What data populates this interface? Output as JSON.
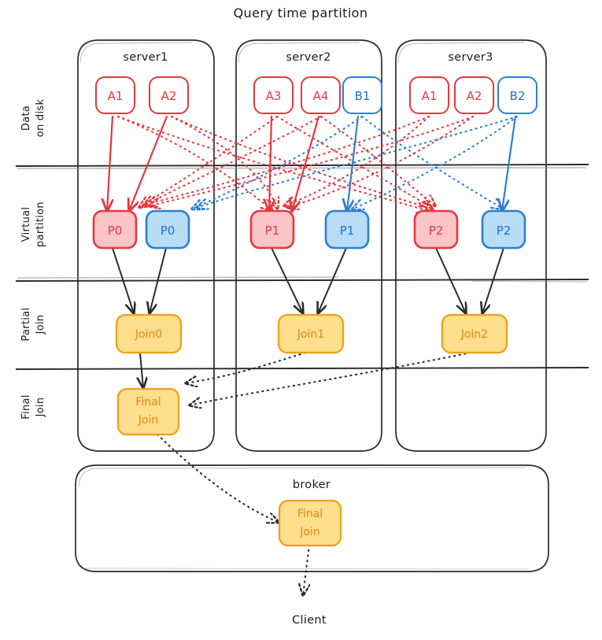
{
  "diagram": {
    "title": "Query time partition",
    "client_label": "Client",
    "colors": {
      "red_stroke": "#e8363d",
      "red_fill": "#fbc4c6",
      "blue_stroke": "#2b7fd4",
      "blue_fill": "#b9dcf7",
      "amber_stroke": "#f0a019",
      "amber_fill": "#fddf8d",
      "amber_text": "#e8860c",
      "container_stroke": "#2b2b2b",
      "divider": "#2b2b2b",
      "dotted_red": "#e8363d",
      "dotted_blue": "#2b7fd4",
      "dotted_black": "#2b2b2b"
    }
  },
  "row_labels": [
    {
      "id": "data-on-disk",
      "line1": "Data",
      "line2": "on disk"
    },
    {
      "id": "virtual-partition",
      "line1": "Virtual",
      "line2": "partition"
    },
    {
      "id": "partial-join",
      "line1": "Partial",
      "line2": "Join"
    },
    {
      "id": "final-join",
      "line1": "Final",
      "line2": "Join"
    }
  ],
  "servers": [
    {
      "id": "server1",
      "title": "server1",
      "disk_segments": [
        {
          "label": "A1",
          "kind": "red"
        },
        {
          "label": "A2",
          "kind": "red"
        }
      ],
      "partitions": [
        {
          "label": "P0",
          "kind": "red"
        },
        {
          "label": "P0",
          "kind": "blue"
        }
      ],
      "partial_join": "Join0",
      "final_join": {
        "line1": "Final",
        "line2": "Join"
      }
    },
    {
      "id": "server2",
      "title": "server2",
      "disk_segments": [
        {
          "label": "A3",
          "kind": "red"
        },
        {
          "label": "A4",
          "kind": "red"
        },
        {
          "label": "B1",
          "kind": "blue"
        }
      ],
      "partitions": [
        {
          "label": "P1",
          "kind": "red"
        },
        {
          "label": "P1",
          "kind": "blue"
        }
      ],
      "partial_join": "Join1",
      "final_join": null
    },
    {
      "id": "server3",
      "title": "server3",
      "disk_segments": [
        {
          "label": "A1",
          "kind": "red"
        },
        {
          "label": "A2",
          "kind": "red"
        },
        {
          "label": "B2",
          "kind": "blue"
        }
      ],
      "partitions": [
        {
          "label": "P2",
          "kind": "red"
        },
        {
          "label": "P2",
          "kind": "blue"
        }
      ],
      "partial_join": "Join2",
      "final_join": null
    }
  ],
  "broker": {
    "title": "broker",
    "final_join": {
      "line1": "Final",
      "line2": "Join"
    }
  }
}
